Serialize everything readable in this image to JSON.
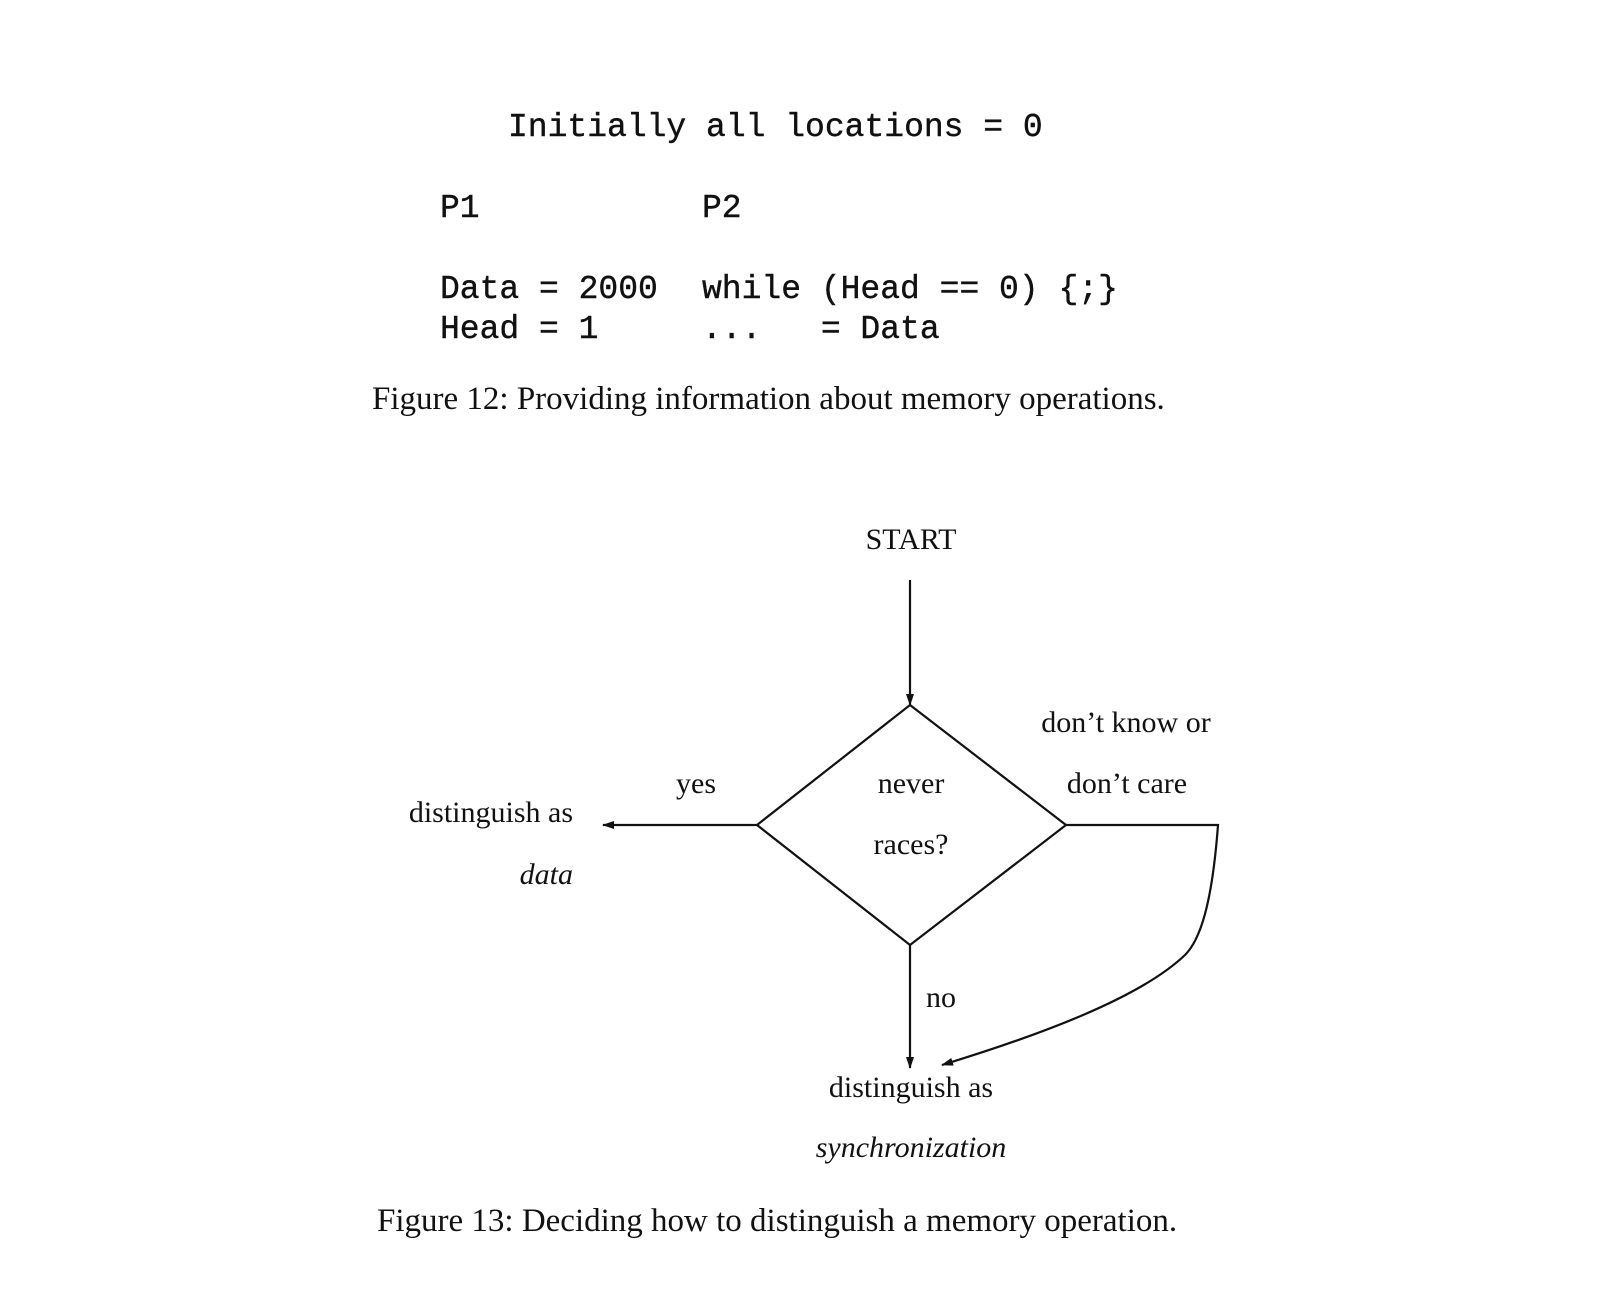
{
  "figure12": {
    "init_line": "Initially all locations = 0",
    "p1_header": "P1",
    "p2_header": "P2",
    "p1_line1": "Data = 2000",
    "p1_line2": "Head = 1",
    "p2_line1": "while (Head == 0) {;}",
    "p2_line2": "...   = Data",
    "caption": "Figure 12: Providing information about memory operations."
  },
  "figure13": {
    "start": "START",
    "decision_line1": "never",
    "decision_line2": "races?",
    "yes": "yes",
    "no": "no",
    "dont_know_line1": "don’t know or",
    "dont_know_line2": "don’t care",
    "data_outcome_line1": "distinguish as",
    "data_outcome_line2": "data",
    "sync_outcome_line1": "distinguish as",
    "sync_outcome_line2": "synchronization",
    "caption": "Figure 13: Deciding how to distinguish a memory operation."
  }
}
